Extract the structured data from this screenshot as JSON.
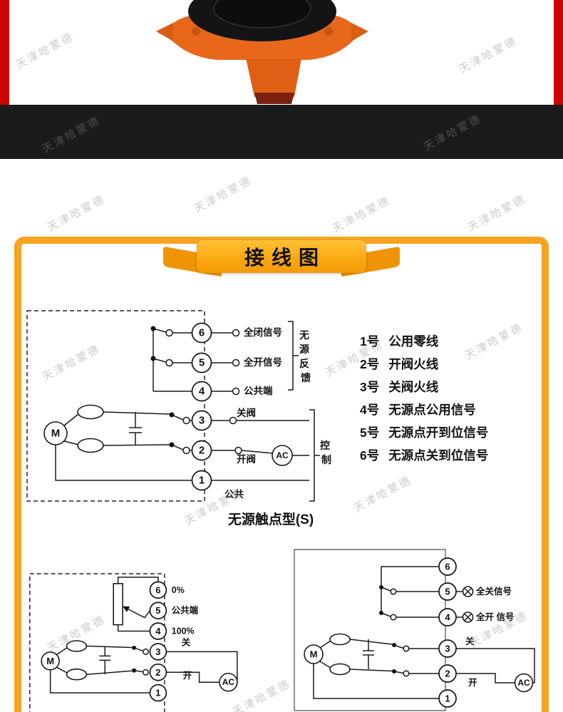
{
  "watermark": "天津哈蒙德",
  "banner": {
    "title": "接线图"
  },
  "main_diagram": {
    "motor": "M",
    "ac": "AC",
    "terminals": [
      "6",
      "5",
      "4",
      "3",
      "2",
      "1"
    ],
    "labels": {
      "t6": "全闭信号",
      "t5": "全开信号",
      "t4": "公共端",
      "t3": "关阀",
      "t2": "开阀",
      "t1": "公共"
    },
    "bracket_feedback": [
      "无",
      "源",
      "反",
      "馈"
    ],
    "bracket_control": [
      "控",
      "制"
    ],
    "caption": "无源触点型(S)"
  },
  "legend": {
    "items": [
      {
        "num": "1号",
        "text": "公用零线"
      },
      {
        "num": "2号",
        "text": "开阀火线"
      },
      {
        "num": "3号",
        "text": "关阀火线"
      },
      {
        "num": "4号",
        "text": "无源点公用信号"
      },
      {
        "num": "5号",
        "text": "无源点开到位信号"
      },
      {
        "num": "6号",
        "text": "无源点关到位信号"
      }
    ]
  },
  "bottom_left": {
    "motor": "M",
    "ac": "AC",
    "terminals": [
      "6",
      "5",
      "4",
      "3",
      "2",
      "1"
    ],
    "labels": {
      "t6": "0%",
      "t5": "公共端",
      "t4": "100%",
      "t3": "关",
      "t2": "开"
    }
  },
  "bottom_right": {
    "motor": "M",
    "ac": "AC",
    "terminals": [
      "6",
      "5",
      "4",
      "3",
      "2",
      "1"
    ],
    "labels": {
      "t5": "全关信号",
      "t4": "全开 信号",
      "t3": "关",
      "t2": "开"
    }
  }
}
